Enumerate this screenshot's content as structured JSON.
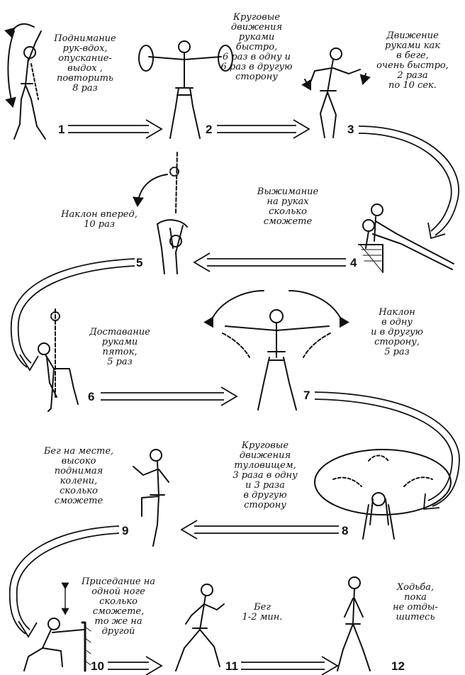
{
  "exercises": [
    {
      "number": "1",
      "caption": "Поднимание\nрук-вдох,\nопускание-\nвыдох ,\nповторить\n8 раз"
    },
    {
      "number": "2",
      "caption": "Круговые\nдвижения\nруками\nбыстро,\n6 раз в одну и\n6 раз в другую\nсторону"
    },
    {
      "number": "3",
      "caption": "Движение\nруками как\nв беге,\nочень быстро,\n2 раза\nпо 10 сек."
    },
    {
      "number": "4",
      "caption": "Выжимание\nна руках\nсколько\nсможете"
    },
    {
      "number": "5",
      "caption": "Наклон вперед,\n10 раз"
    },
    {
      "number": "6",
      "caption": "Доставание\nруками\nпяток,\n5 раз"
    },
    {
      "number": "7",
      "caption": "Наклон\nв одну\nи в другую\nсторону,\n5 раз"
    },
    {
      "number": "8",
      "caption": "Круговые\nдвижения\nтуловищем,\n3 раза в одну\nи 3 раза\nв другую\nсторону"
    },
    {
      "number": "9",
      "caption": "Бег на месте,\nвысоко\nподнимая\nколени,\nсколько\nсможете"
    },
    {
      "number": "10",
      "caption": "Приседание на\nодной ноге\nсколько\nсможете,\nто же на\nдругой"
    },
    {
      "number": "11",
      "caption": "Бег\n1-2 мин."
    },
    {
      "number": "12",
      "caption": "Ходьба,\nпока\nне отды-\nшитесь"
    }
  ],
  "colors": {
    "ink": "#111111",
    "paper": "#ffffff"
  }
}
